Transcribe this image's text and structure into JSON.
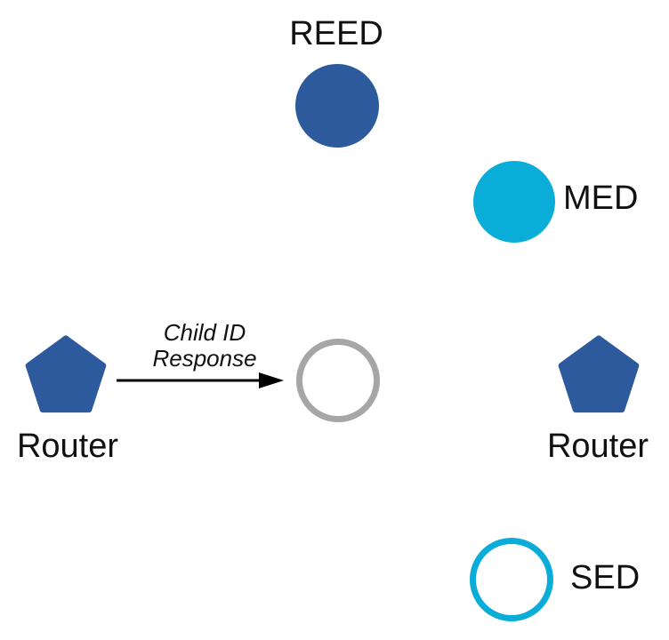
{
  "colors": {
    "node_blue": "#2d5a9d",
    "node_cyan": "#0aacd8",
    "joiner_gray": "#a6a6a6",
    "arrow_black": "#000000",
    "label_black": "#111111"
  },
  "nodes": {
    "reed": {
      "label": "REED",
      "shape": "circle-filled-blue"
    },
    "med": {
      "label": "MED",
      "shape": "circle-filled-cyan"
    },
    "router_left": {
      "label": "Router",
      "shape": "pentagon-blue"
    },
    "joiner": {
      "label": "",
      "shape": "circle-outlined-gray"
    },
    "router_right": {
      "label": "Router",
      "shape": "pentagon-blue"
    },
    "sed": {
      "label": "SED",
      "shape": "circle-outlined-cyan"
    }
  },
  "message": {
    "label": "Child ID\nResponse"
  }
}
